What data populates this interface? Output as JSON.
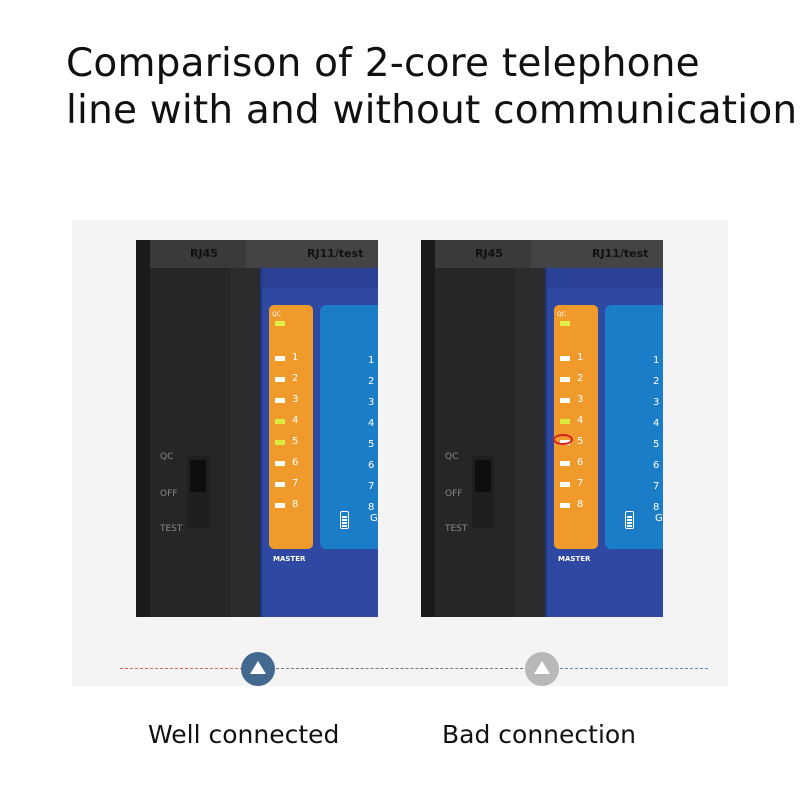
{
  "heading": {
    "line1": "Comparison of 2-core telephone",
    "line2": "line with and without communication"
  },
  "device": {
    "port_left": "RJ45",
    "port_right": "RJ11/test",
    "qc_label": "QC",
    "master_label": "MASTER",
    "switch_labels": [
      "QC",
      "OFF",
      "TEST"
    ],
    "screen_last": "G",
    "led_numbers": [
      "1",
      "2",
      "3",
      "4",
      "5",
      "6",
      "7",
      "8"
    ]
  },
  "panels": [
    {
      "caption": "Well connected",
      "lit_yellow_leds": [
        "4",
        "5"
      ],
      "highlighted_led": null,
      "indicator_color": "#43698f"
    },
    {
      "caption": "Bad connection",
      "lit_yellow_leds": [
        "4"
      ],
      "highlighted_led": "5",
      "indicator_color": "#b8b8b8"
    }
  ]
}
